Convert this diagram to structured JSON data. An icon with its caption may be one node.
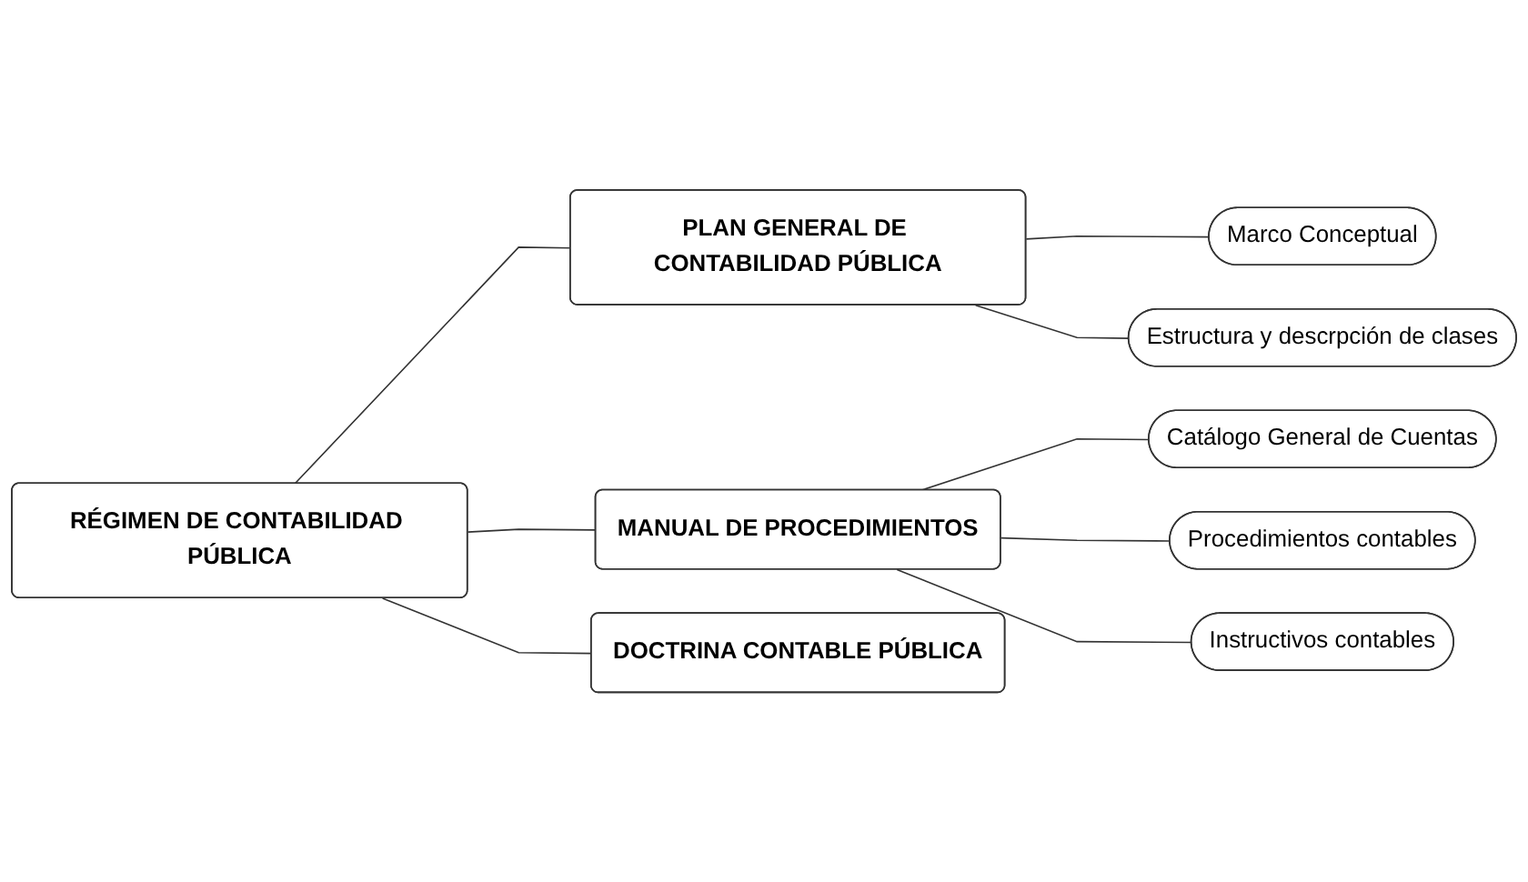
{
  "diagram": {
    "nodes": [
      {
        "text": [
          "RÉGIMEN DE CONTABILIDAD PÚBLICA"
        ]
      },
      {
        "text": [
          "PLAN GENERAL DE CONTABILIDAD PÚBLICA"
        ]
      },
      {
        "text": [
          "MANUAL DE PROCEDIMIENTOS"
        ]
      },
      {
        "text": [
          "DOCTRINA CONTABLE PÚBLICA"
        ]
      },
      {
        "text": [
          "Marco Conceptual"
        ]
      },
      {
        "text": [
          "Estructura y descrpción de clases"
        ]
      },
      {
        "text": [
          "Catálogo General de Cuentas"
        ]
      },
      {
        "text": [
          "Procedimientos contables"
        ]
      },
      {
        "text": [
          "Instructivos contables"
        ]
      }
    ],
    "edges": [
      {
        "from": 0,
        "to": 1,
        "arrow": "none"
      },
      {
        "from": 0,
        "to": 2,
        "arrow": "none"
      },
      {
        "from": 0,
        "to": 3,
        "arrow": "none"
      },
      {
        "from": 1,
        "to": 4,
        "arrow": "none"
      },
      {
        "from": 1,
        "to": 5,
        "arrow": "none"
      },
      {
        "from": 2,
        "to": 6,
        "arrow": "none"
      },
      {
        "from": 2,
        "to": 7,
        "arrow": "none"
      },
      {
        "from": 2,
        "to": 8,
        "arrow": "none"
      }
    ]
  }
}
